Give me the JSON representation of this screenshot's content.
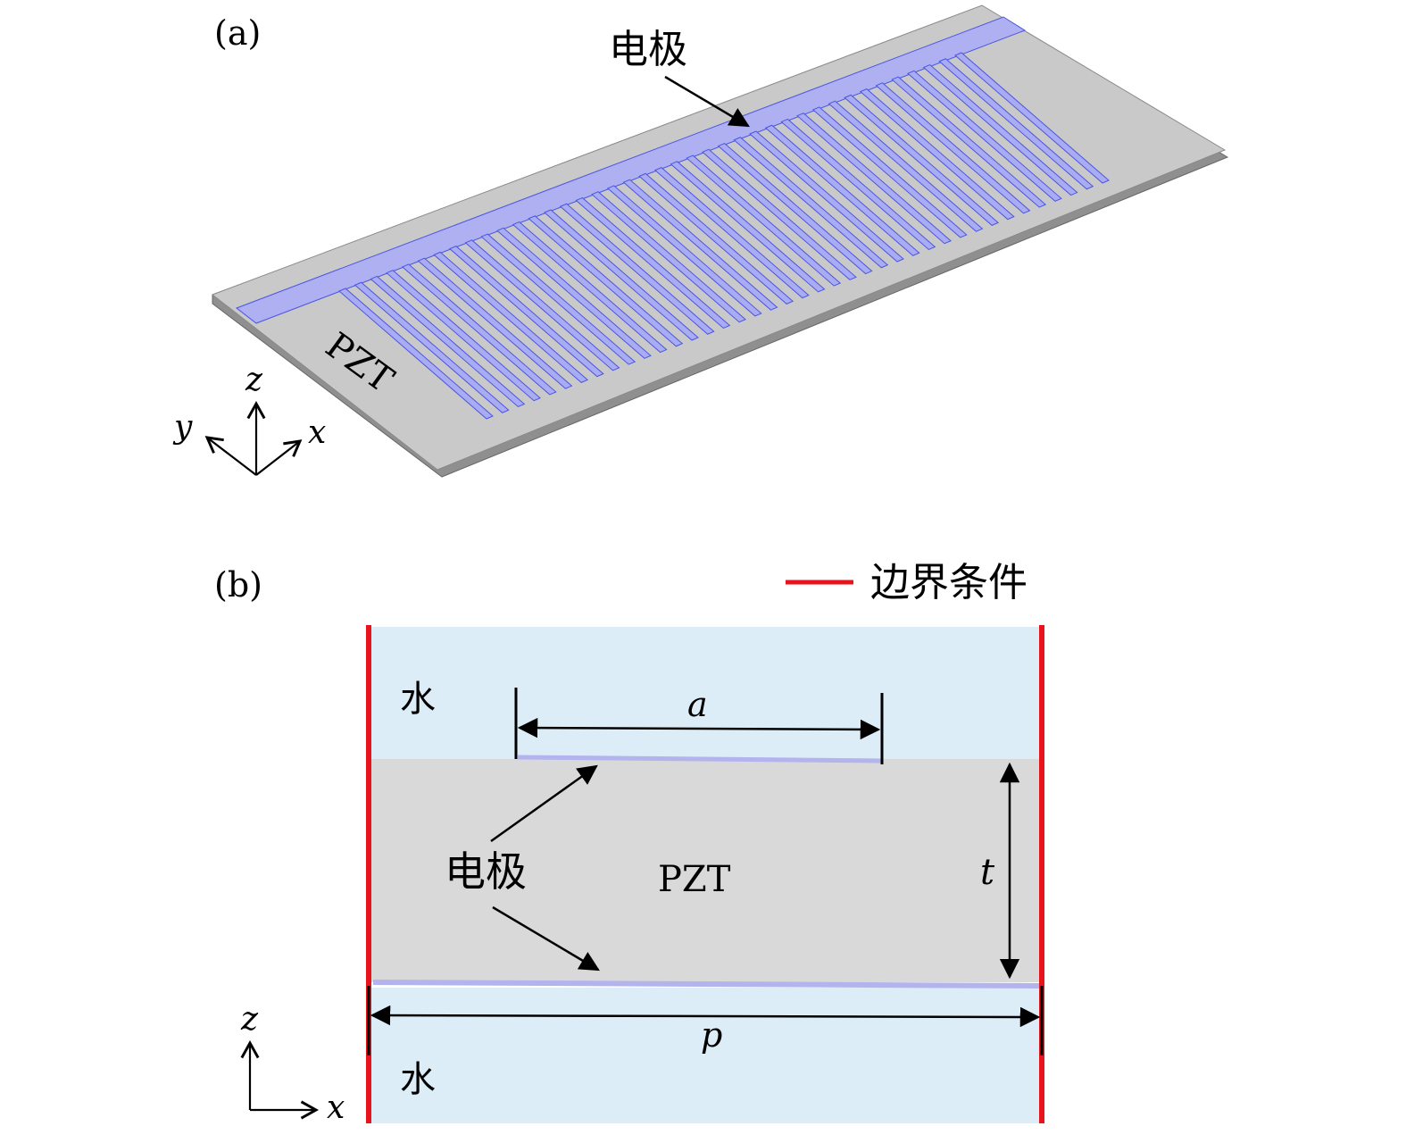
{
  "panel_a": {
    "label": "(a)",
    "electrode_label": "电极",
    "substrate_label": "PZT",
    "finger_count": 40,
    "axes": {
      "z": "z",
      "y": "y",
      "x": "x"
    },
    "colors": {
      "substrate": "#c8c8c8",
      "electrode": "#a9acf2",
      "electrode_edge": "#4a56e0"
    }
  },
  "panel_b": {
    "label": "(b)",
    "legend_label": "边界条件",
    "water_top": "水",
    "water_bottom": "水",
    "substrate_label": "PZT",
    "electrode_label": "电极",
    "dim_a": "a",
    "dim_t": "t",
    "dim_p": "p",
    "axes": {
      "z": "z",
      "x": "x"
    },
    "colors": {
      "water": "#dcedf8",
      "pzt": "#d9d9d9",
      "boundary": "#e8141c",
      "electrode": "#b3b3ee"
    }
  }
}
